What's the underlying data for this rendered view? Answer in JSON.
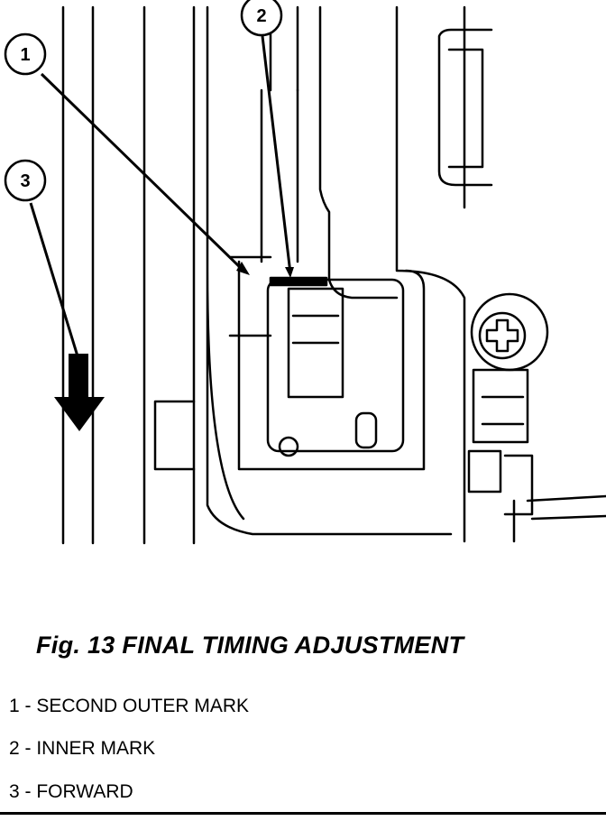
{
  "figure": {
    "callouts": [
      {
        "number": "1",
        "meaning": "SECOND OUTER MARK"
      },
      {
        "number": "2",
        "meaning": "INNER MARK"
      },
      {
        "number": "3",
        "meaning": "FORWARD"
      }
    ]
  },
  "caption": "Fig. 13 FINAL TIMING ADJUSTMENT",
  "legend": [
    "1 - SECOND OUTER MARK",
    "2 - INNER MARK",
    "3 - FORWARD"
  ]
}
